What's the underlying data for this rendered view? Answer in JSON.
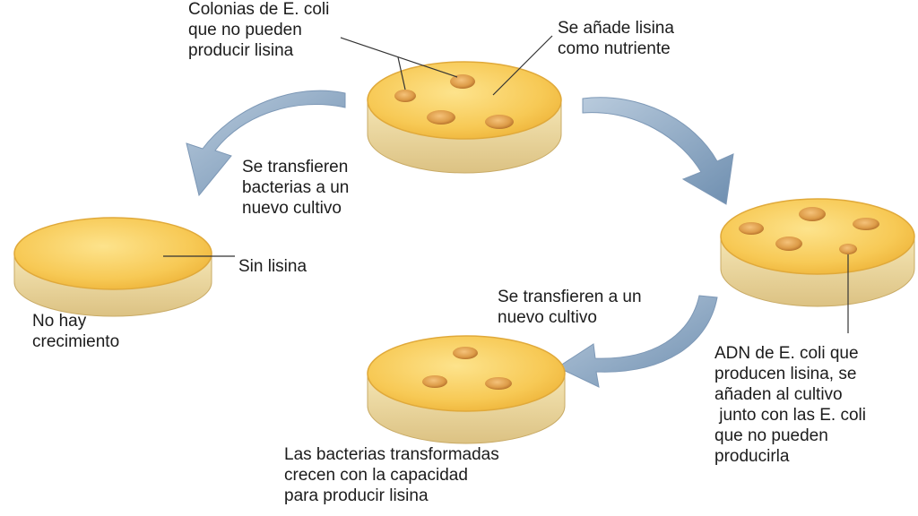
{
  "labels": {
    "top_colonies": [
      "Colonias de E. coli",
      "que no pueden",
      "producir lisina"
    ],
    "top_nutrient": [
      "Se añade lisina",
      "como nutriente"
    ],
    "transfer_left": [
      "Se transfieren",
      "bacterias a un",
      "nuevo cultivo"
    ],
    "no_lysine": "Sin lisina",
    "no_growth": [
      "No hay",
      "crecimiento"
    ],
    "transfer_bottom": [
      "Se transfieren a un",
      "nuevo cultivo"
    ],
    "dna_added": [
      "ADN de E. coli que",
      "producen lisina, se",
      "añaden al cultivo",
      " junto con las E. coli",
      "que no pueden",
      "producirla"
    ],
    "result": [
      "Las bacterias transformadas",
      "crecen con la capacidad",
      "para producir lisina"
    ]
  },
  "colors": {
    "agar_top": "#f6c84e",
    "agar_center": "#fbdc7a",
    "dish_side": "#f2dfa3",
    "dish_side_shadow": "#d9bd78",
    "colony": "#e0a24c",
    "colony_edge": "#b8742d",
    "arrow": "#7f9cbb",
    "arrow_light": "#b3c6da",
    "leader_line": "#333333",
    "text": "#1c1c1c"
  }
}
